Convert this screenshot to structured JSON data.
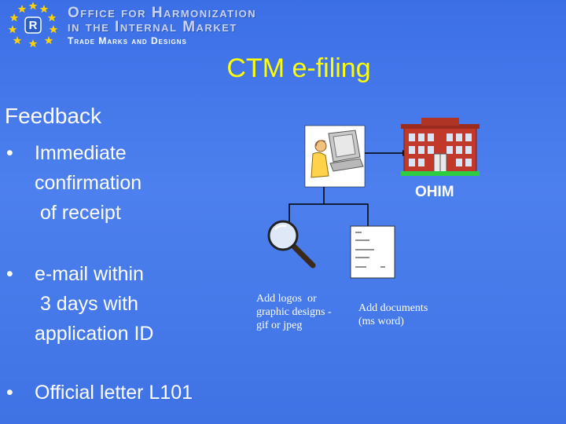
{
  "header": {
    "org_line1": "Office for Harmonization",
    "org_line2": "in the Internal Market",
    "org_line3": "Trade Marks and Designs",
    "emblem_letter": "R"
  },
  "slide": {
    "title": "CTM e-filing",
    "subtitle": "Feedback",
    "bullets": [
      {
        "marker": "•",
        "text": "Immediate\nconfirmation\n of receipt"
      },
      {
        "marker": "•",
        "text": "e-mail within\n 3 days with\napplication ID"
      },
      {
        "marker": "•",
        "text": "Official letter L101"
      }
    ]
  },
  "diagram": {
    "office_label": "OHIM",
    "logos_caption": "Add logos  or\ngraphic designs -\ngif or jpeg",
    "docs_caption": "Add documents\n(ms word)"
  },
  "colors": {
    "background": "#4a7ae8",
    "title": "#ffff00",
    "text": "#ffffff",
    "building": "#c0392b",
    "connector": "#000000"
  },
  "icons": [
    "eu-stars-emblem-icon",
    "computer-user-icon",
    "building-icon",
    "magnifier-icon",
    "document-icon"
  ]
}
